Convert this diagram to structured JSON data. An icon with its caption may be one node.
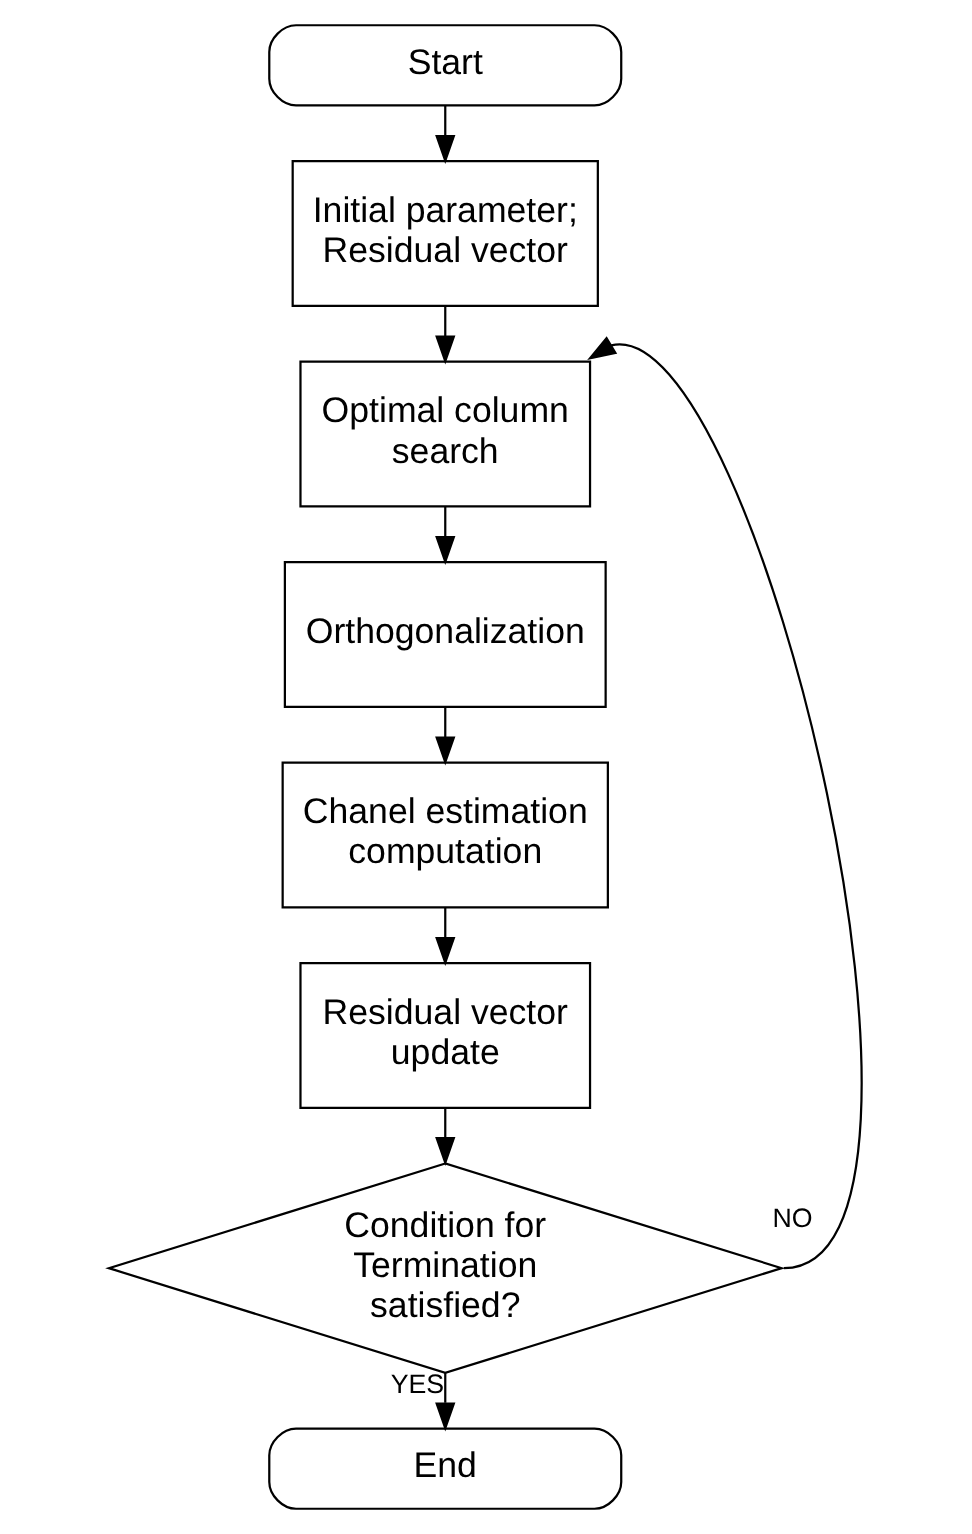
{
  "diagram": {
    "nodes": [
      {
        "text": [
          "Start"
        ]
      },
      {
        "text": [
          "Initial parameter; Residual vector"
        ]
      },
      {
        "text": [
          "Optimal column search"
        ]
      },
      {
        "text": [
          "Orthogonalization"
        ]
      },
      {
        "text": [
          "Chanel estimation computation"
        ]
      },
      {
        "text": [
          "Residual vector update"
        ]
      },
      {
        "text": [
          "Condition for Termination satisfied?"
        ]
      },
      {
        "text": [
          "End"
        ]
      }
    ],
    "edges": [
      {
        "from": 0,
        "to": 1,
        "arrow": "to"
      },
      {
        "from": 1,
        "to": 2,
        "arrow": "to"
      },
      {
        "from": 2,
        "to": 3,
        "arrow": "to"
      },
      {
        "from": 3,
        "to": 4,
        "arrow": "to"
      },
      {
        "from": 4,
        "to": 5,
        "arrow": "to"
      },
      {
        "from": 5,
        "to": 6,
        "arrow": "to"
      },
      {
        "from": 6,
        "to": 7,
        "arrow": "to",
        "label": "YES"
      },
      {
        "from": 6,
        "to": 2,
        "arrow": "to",
        "label": "NO"
      }
    ]
  }
}
